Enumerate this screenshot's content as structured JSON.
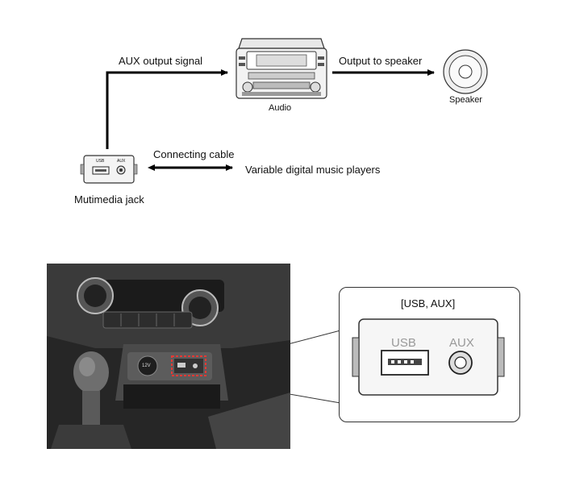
{
  "diagram": {
    "labels": {
      "aux_output_signal": "AUX output signal",
      "audio": "Audio",
      "output_to_speaker": "Output to speaker",
      "speaker": "Speaker",
      "connecting_cable": "Connecting cable",
      "variable_players": "Variable digital music players",
      "multimedia_jack": "Mutimedia jack"
    },
    "jack_small": {
      "usb": "USB",
      "aux": "AUX"
    },
    "photo": {
      "port_12v": "12V"
    },
    "inset": {
      "title": "[USB, AUX]",
      "usb": "USB",
      "aux": "AUX"
    }
  },
  "colors": {
    "photo_highlight": "#e53935",
    "line": "#000000"
  }
}
